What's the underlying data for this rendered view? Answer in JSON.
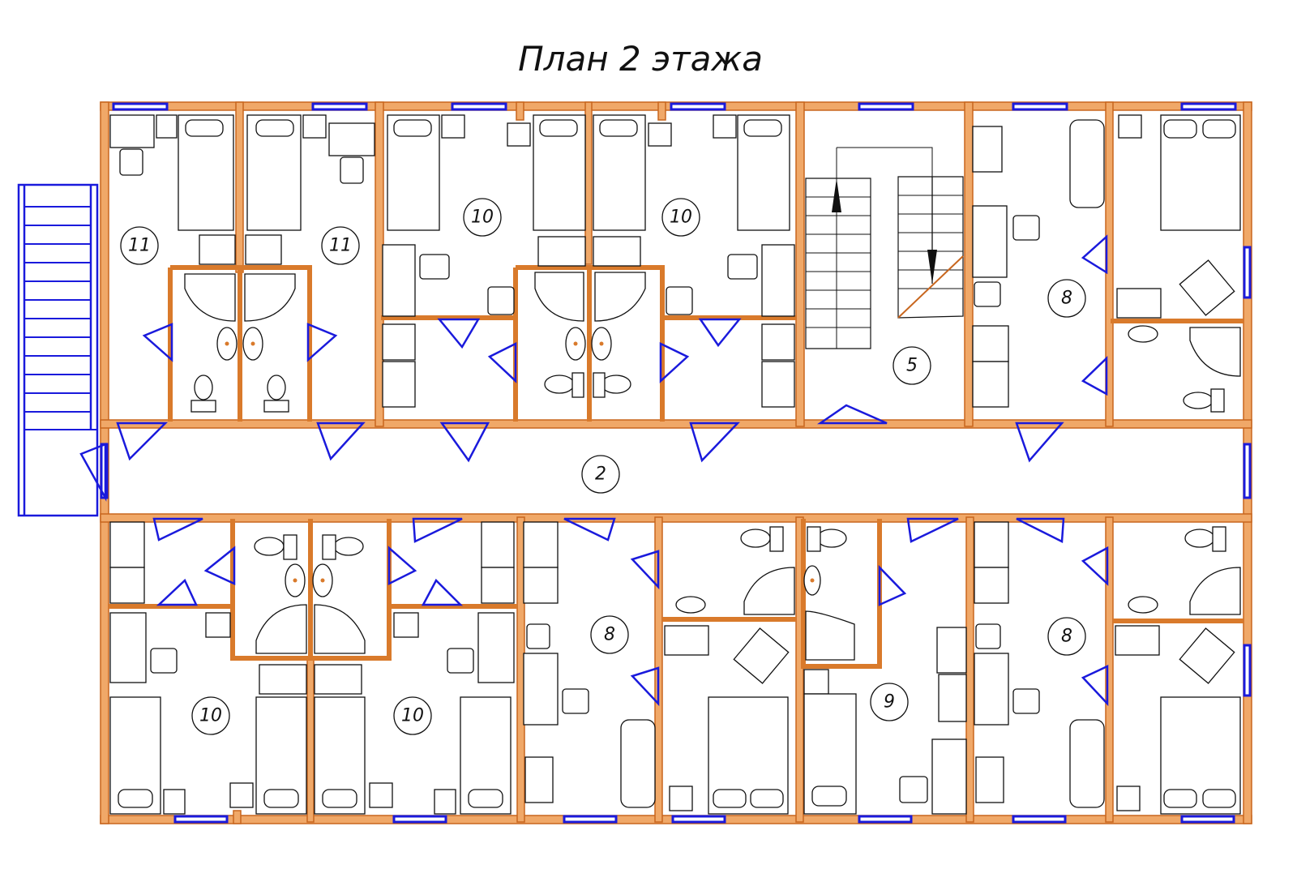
{
  "title": "План 2 этажа",
  "rooms": [
    {
      "id": "room-top-1",
      "number": "11"
    },
    {
      "id": "room-top-2",
      "number": "11"
    },
    {
      "id": "room-top-3",
      "number": "10"
    },
    {
      "id": "room-top-4",
      "number": "10"
    },
    {
      "id": "stair-hall",
      "number": "5"
    },
    {
      "id": "room-top-6",
      "number": "8"
    },
    {
      "id": "corridor",
      "number": "2"
    },
    {
      "id": "room-bot-1",
      "number": "10"
    },
    {
      "id": "room-bot-2",
      "number": "10"
    },
    {
      "id": "room-bot-3",
      "number": "8"
    },
    {
      "id": "room-bot-5",
      "number": "9"
    },
    {
      "id": "room-bot-6",
      "number": "8"
    }
  ],
  "colors": {
    "wall": "#f0a868",
    "wall_edge": "#c8661e",
    "window": "#1a1adc",
    "furniture": "#111111"
  }
}
